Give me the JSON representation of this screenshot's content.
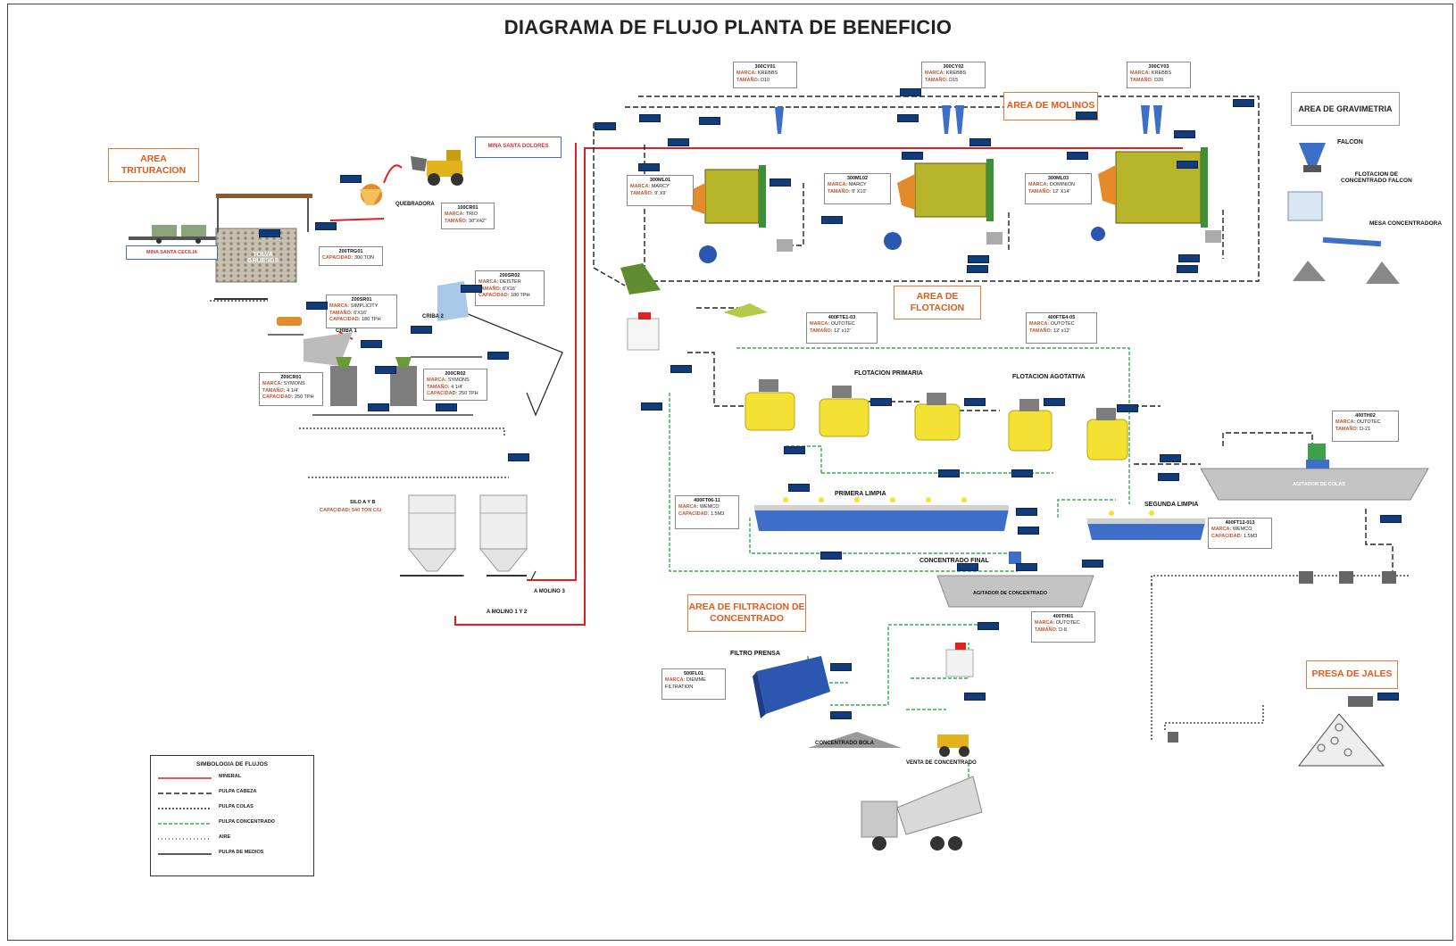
{
  "title": "DIAGRAMA DE FLUJO PLANTA DE BENEFICIO",
  "areas": {
    "trituracion": "AREA\nTRITURACION",
    "molinos": "AREA DE MOLINOS",
    "flotacion": "AREA DE\nFLOTACION",
    "filtracion": "AREA DE FILTRACION DE\nCONCENTRADO",
    "presa": "PRESA DE JALES",
    "gravimetria": "AREA DE GRAVIMETRIA"
  },
  "boxes": {
    "mina_dolores": "MINA SANTA DOLORES",
    "mina_cecilia": "MINA SANTA CECILIA"
  },
  "labels": {
    "quebradora": "QUEBRADORA",
    "criba1": "CRIBA 1",
    "criba2": "CRIBA 2",
    "tolva": "TOLVA\nGRUESOS",
    "falcon": "FALCON",
    "flot_falcon": "FLOTACION DE\nCONCENTRADO FALCON",
    "mesa": "MESA CONCENTRADORA",
    "flot_primaria": "FLOTACION PRIMARIA",
    "flot_agotativa": "FLOTACION AGOTATIVA",
    "primera_limpia": "PRIMERA LIMPIA",
    "segunda_limpia": "SEGUNDA LIMPIA",
    "concentrado_final": "CONCENTRADO FINAL",
    "agitador_colas": "AGITADOR DE COLAS",
    "agitador_concentrado": "AGITADOR DE CONCENTRADO",
    "filtro_prensa": "FILTRO PRENSA",
    "concentrado_bola": "CONCENTRADO BOLA",
    "venta": "VENTA DE CONCENTRADO",
    "a_molino3": "A MOLINO 3",
    "a_molino12": "A MOLINO 1 Y 2",
    "silo": "SILO A Y B",
    "silo_cap": "CAPACIDAD: 540 TON C/U"
  },
  "specs": [
    {
      "h": "200TRG01",
      "rows": [
        [
          "CAPACIDAD:",
          "300 TON"
        ]
      ]
    },
    {
      "h": "100CR01",
      "rows": [
        [
          "MARCA:",
          "TRIO"
        ],
        [
          "TAMAÑO:",
          "30\"X42\""
        ]
      ]
    },
    {
      "h": "200SR01",
      "rows": [
        [
          "MARCA:",
          "SIMPLICITY"
        ],
        [
          "TAMAÑO:",
          "6'X16'"
        ],
        [
          "CAPACIDAD:",
          "180 TPH"
        ]
      ]
    },
    {
      "h": "200SR02",
      "rows": [
        [
          "MARCA:",
          "DEISTER"
        ],
        [
          "TAMAÑO:",
          "6'X16'"
        ],
        [
          "CAPACIDAD:",
          "180 TPH"
        ]
      ]
    },
    {
      "h": "200CR01",
      "rows": [
        [
          "MARCA:",
          "SYMONS"
        ],
        [
          "TAMAÑO:",
          "4 1/4'"
        ],
        [
          "CAPACIDAD:",
          "250 TPH"
        ]
      ]
    },
    {
      "h": "200CR02",
      "rows": [
        [
          "MARCA:",
          "SYMONS"
        ],
        [
          "TAMAÑO:",
          "4 1/4'"
        ],
        [
          "CAPACIDAD:",
          "250 TPH"
        ]
      ]
    },
    {
      "h": "300CY01",
      "rows": [
        [
          "MARCA:",
          "KREBBS"
        ],
        [
          "TAMAÑO:",
          "D10"
        ]
      ]
    },
    {
      "h": "300CY02",
      "rows": [
        [
          "MARCA:",
          "KREBBS"
        ],
        [
          "TAMAÑO:",
          "D15"
        ]
      ]
    },
    {
      "h": "300CY03",
      "rows": [
        [
          "MARCA:",
          "KREBBS"
        ],
        [
          "TAMAÑO:",
          "D20"
        ]
      ]
    },
    {
      "h": "300ML01",
      "rows": [
        [
          "MARCA:",
          "MARCY"
        ],
        [
          "TAMAÑO:",
          "9' X9'"
        ]
      ]
    },
    {
      "h": "300ML02",
      "rows": [
        [
          "MARCA:",
          "MARCY"
        ],
        [
          "TAMAÑO:",
          "9' X10'"
        ]
      ]
    },
    {
      "h": "300ML03",
      "rows": [
        [
          "MARCA:",
          "DOMINION"
        ],
        [
          "TAMAÑO:",
          "12' X14'"
        ]
      ]
    },
    {
      "h": "400FTE1-03",
      "rows": [
        [
          "MARCA:",
          "OUTOTEC"
        ],
        [
          "TAMAÑO:",
          "12' x12'"
        ]
      ]
    },
    {
      "h": "400FTE4-05",
      "rows": [
        [
          "MARCA:",
          "OUTOTEC"
        ],
        [
          "TAMAÑO:",
          "12' x12'"
        ]
      ]
    },
    {
      "h": "400TH02",
      "rows": [
        [
          "MARCA:",
          "OUTOTEC"
        ],
        [
          "TAMAÑO:",
          "D-21"
        ]
      ]
    },
    {
      "h": "400FT06-11",
      "rows": [
        [
          "MARCA:",
          "WEMCO"
        ],
        [
          "CAPACIDAD:",
          "1.5M3"
        ]
      ]
    },
    {
      "h": "400FT12-013",
      "rows": [
        [
          "MARCA:",
          "WEMCO"
        ],
        [
          "CAPACIDAD:",
          "1.5M3"
        ]
      ]
    },
    {
      "h": "400TH01",
      "rows": [
        [
          "MARCA:",
          "OUTOTEC"
        ],
        [
          "TAMAÑO:",
          "D-8"
        ]
      ]
    },
    {
      "h": "500FL01",
      "rows": [
        [
          "MARCA:",
          "DIEMME"
        ],
        [
          "",
          "FILTRATION"
        ]
      ]
    }
  ],
  "legend": {
    "title": "SIMBOLOGIA DE FLUJOS",
    "items": [
      {
        "label": "MINERAL",
        "color": "#e02020",
        "dash": ""
      },
      {
        "label": "PULPA CABEZA",
        "color": "#222222",
        "dash": "6 3"
      },
      {
        "label": "PULPA COLAS",
        "color": "#222222",
        "dash": "2 2"
      },
      {
        "label": "PULPA CONCENTRADO",
        "color": "#30b050",
        "dash": "4 2"
      },
      {
        "label": "AIRE",
        "color": "#555555",
        "dash": "1 3"
      },
      {
        "label": "PULPA DE MEDIOS",
        "color": "#222222",
        "dash": ""
      }
    ]
  },
  "colors": {
    "mineral": "#e02020",
    "concentrado": "#30b050",
    "area_text": "#e05a1a",
    "tag": "#123b7a",
    "cell_yellow": "#f3e233",
    "mill": "#b8b42a",
    "blue_cell": "#3d6fc9"
  }
}
